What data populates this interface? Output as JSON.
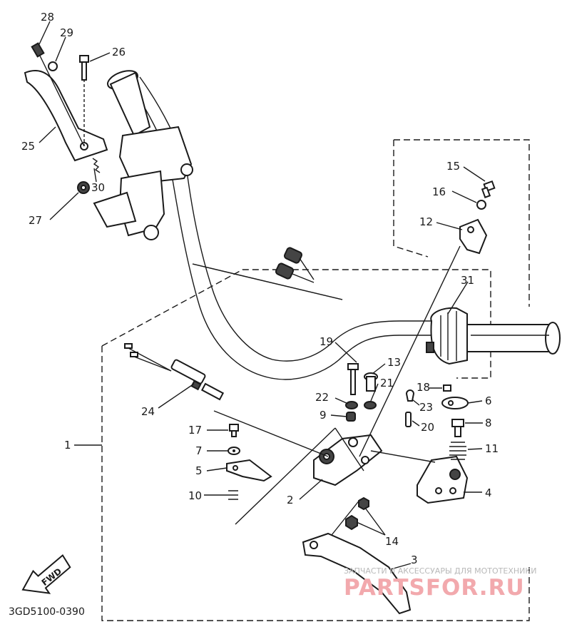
{
  "diagram": {
    "code": "3GD5100-0390",
    "fwd_label": "FWD",
    "watermark_line": "ЗАПЧАСТИ И АКСЕССУАРЫ ДЛЯ МОТОТЕХНИКИ",
    "watermark_brand": "PARTSFOR.RU"
  },
  "callouts": [
    {
      "id": "28",
      "text": "28"
    },
    {
      "id": "29",
      "text": "29"
    },
    {
      "id": "26",
      "text": "26"
    },
    {
      "id": "25",
      "text": "25"
    },
    {
      "id": "30",
      "text": "30"
    },
    {
      "id": "27",
      "text": "27"
    },
    {
      "id": "15",
      "text": "15"
    },
    {
      "id": "16",
      "text": "16"
    },
    {
      "id": "12",
      "text": "12"
    },
    {
      "id": "31",
      "text": "31"
    },
    {
      "id": "19",
      "text": "19"
    },
    {
      "id": "13",
      "text": "13"
    },
    {
      "id": "21",
      "text": "21"
    },
    {
      "id": "22",
      "text": "22"
    },
    {
      "id": "18",
      "text": "18"
    },
    {
      "id": "6",
      "text": "6"
    },
    {
      "id": "23",
      "text": "23"
    },
    {
      "id": "9",
      "text": "9"
    },
    {
      "id": "20",
      "text": "20"
    },
    {
      "id": "8",
      "text": "8"
    },
    {
      "id": "24",
      "text": "24"
    },
    {
      "id": "17",
      "text": "17"
    },
    {
      "id": "11",
      "text": "11"
    },
    {
      "id": "1",
      "text": "1"
    },
    {
      "id": "7",
      "text": "7"
    },
    {
      "id": "5",
      "text": "5"
    },
    {
      "id": "4",
      "text": "4"
    },
    {
      "id": "2",
      "text": "2"
    },
    {
      "id": "10",
      "text": "10"
    },
    {
      "id": "14",
      "text": "14"
    },
    {
      "id": "3",
      "text": "3"
    }
  ]
}
